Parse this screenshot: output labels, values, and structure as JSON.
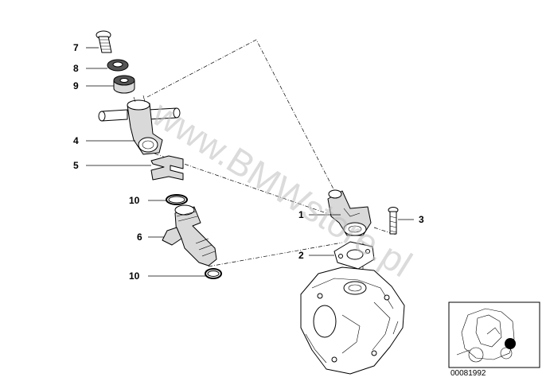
{
  "diagram": {
    "callouts": [
      {
        "id": "c7",
        "label": "7"
      },
      {
        "id": "c8",
        "label": "8"
      },
      {
        "id": "c9",
        "label": "9"
      },
      {
        "id": "c4",
        "label": "4"
      },
      {
        "id": "c5",
        "label": "5"
      },
      {
        "id": "c10a",
        "label": "10"
      },
      {
        "id": "c6",
        "label": "6"
      },
      {
        "id": "c10b",
        "label": "10"
      },
      {
        "id": "c1",
        "label": "1"
      },
      {
        "id": "c2",
        "label": "2"
      },
      {
        "id": "c3",
        "label": "3"
      }
    ],
    "watermark": "www.BMWstore.pl",
    "reference_number": "00081992"
  },
  "colors": {
    "line": "#000000",
    "background": "#ffffff",
    "watermark": "#bfbfbf"
  }
}
